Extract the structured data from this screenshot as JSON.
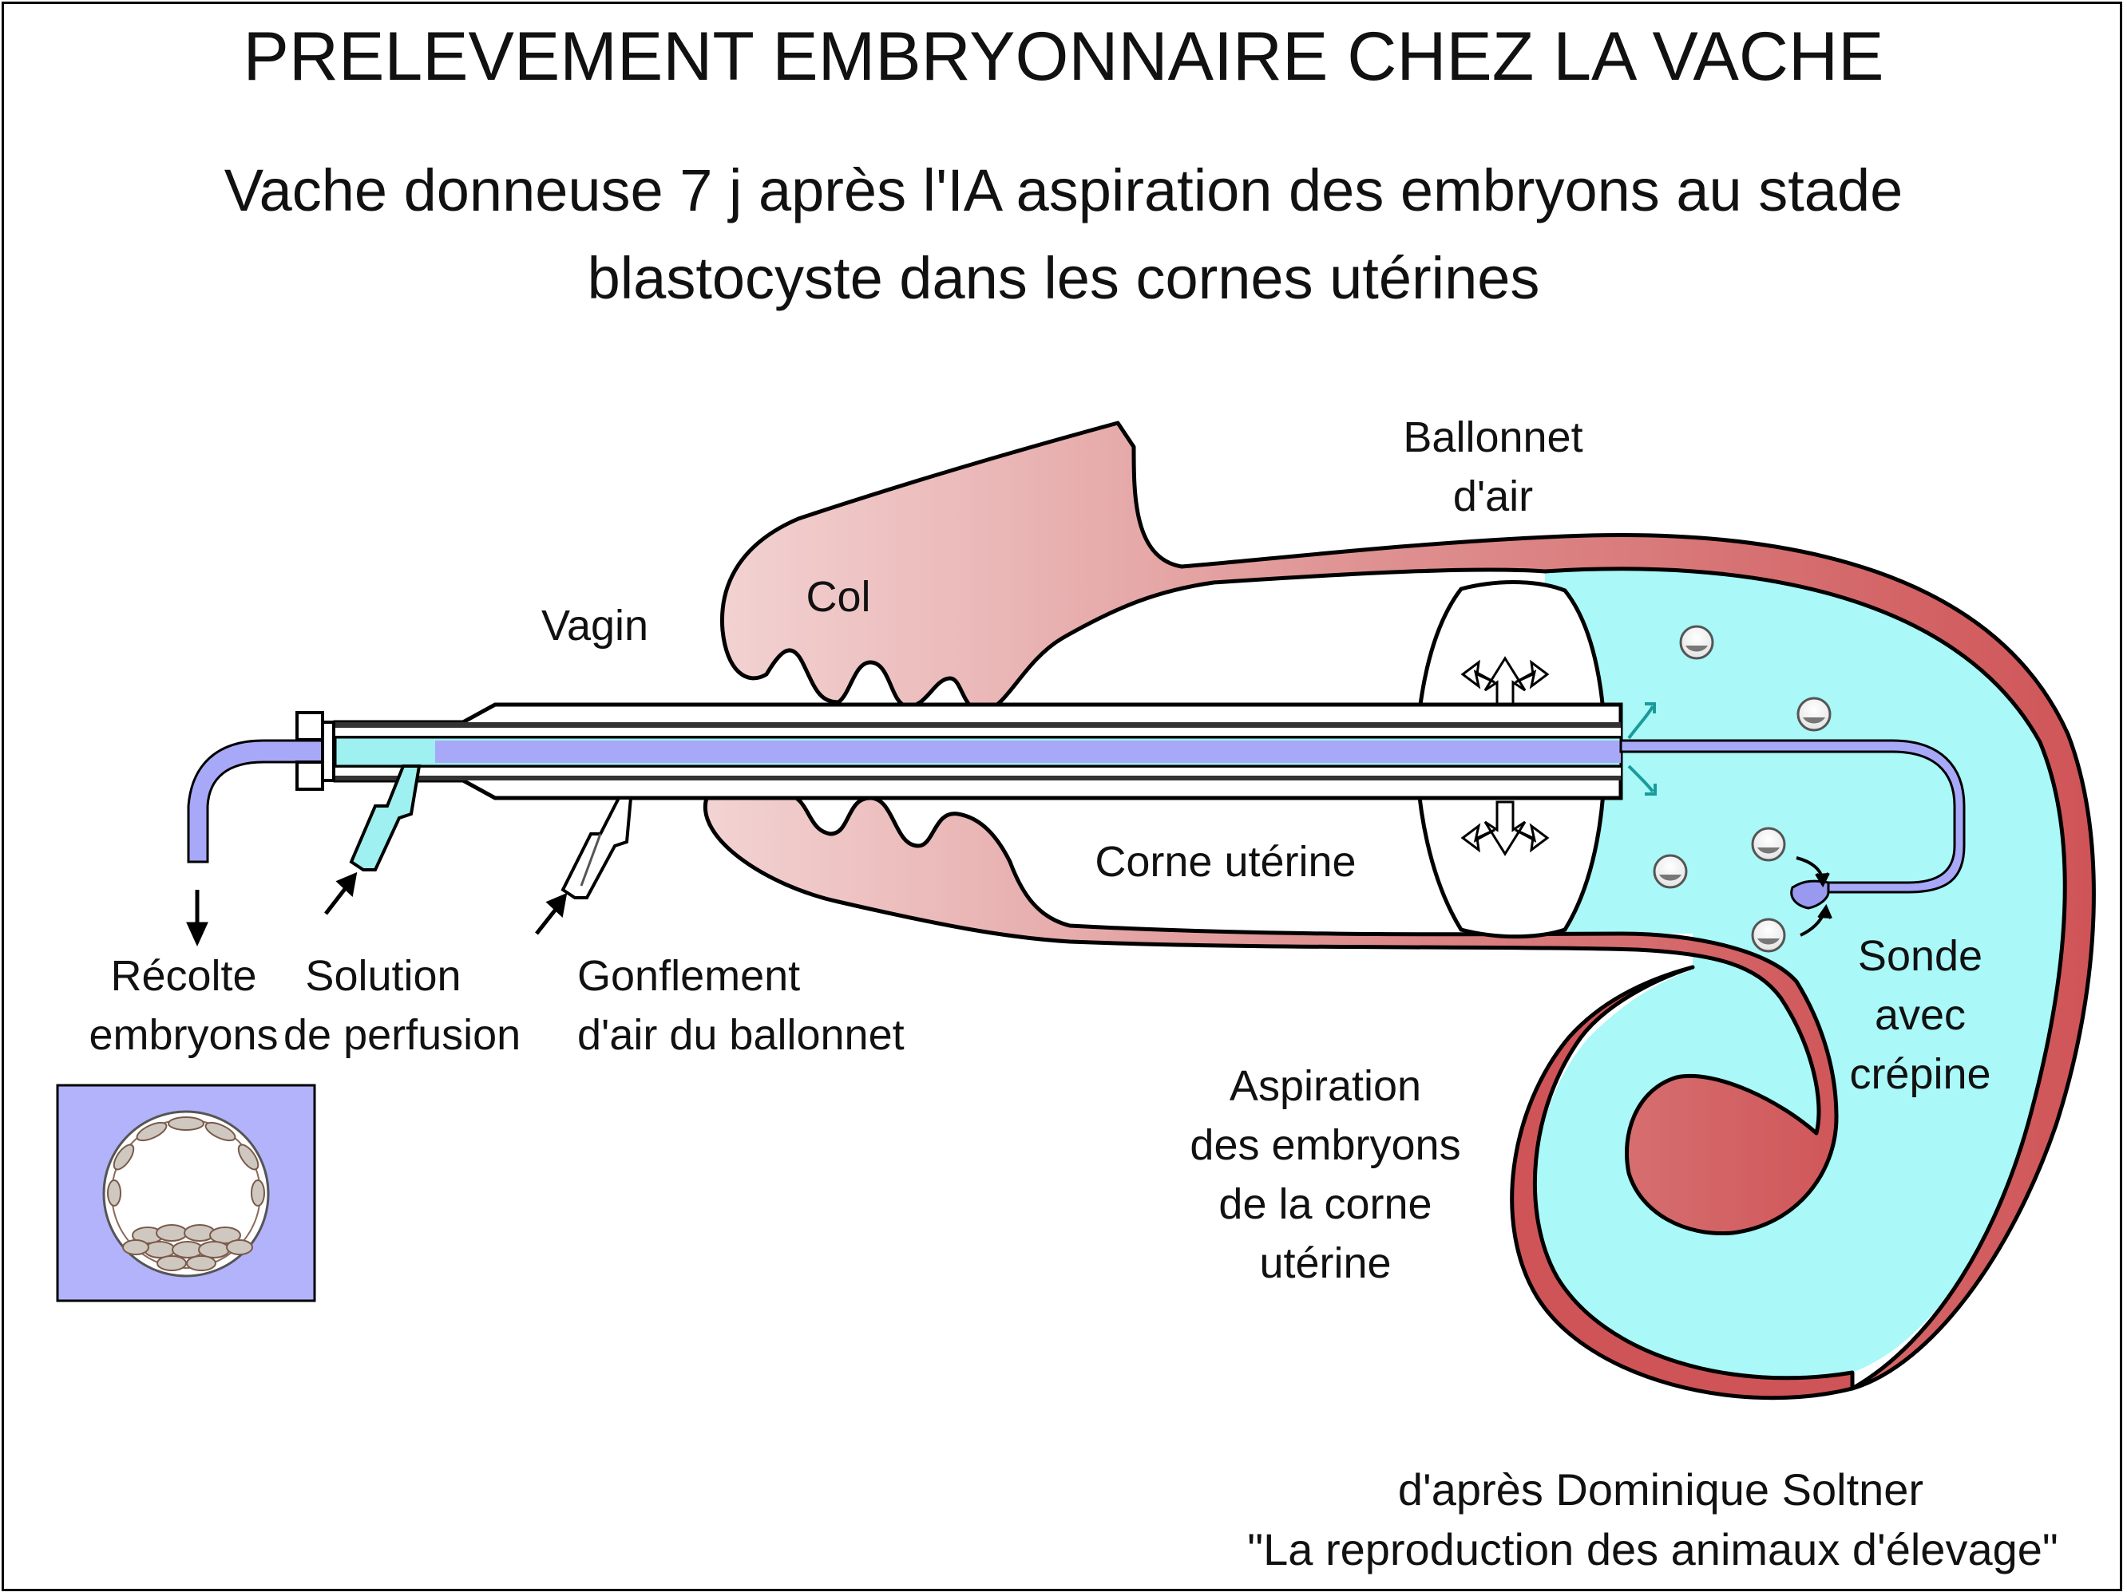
{
  "title": "PRELEVEMENT EMBRYONNAIRE CHEZ LA VACHE",
  "subtitle_line1": "Vache donneuse 7 j après l'IA aspiration des embryons au stade",
  "subtitle_line2": "blastocyste dans les cornes utérines",
  "labels": {
    "col": "Col",
    "vagin": "Vagin",
    "ballonnet_1": "Ballonnet",
    "ballonnet_2": "d'air",
    "corne": "Corne utérine",
    "recolte_1": "Récolte",
    "recolte_2": "embryons",
    "solution_1": "Solution",
    "solution_2": "de perfusion",
    "gonflement_1": "Gonflement",
    "gonflement_2": "d'air du ballonnet",
    "sonde_1": "Sonde",
    "sonde_2": "avec",
    "sonde_3": "crépine",
    "aspiration_1": "Aspiration",
    "aspiration_2": "des embryons",
    "aspiration_3": "de la corne",
    "aspiration_4": "utérine"
  },
  "credit_line1": "d'après Dominique Soltner",
  "credit_line2": "\"La reproduction des animaux d'élevage\"",
  "colors": {
    "uterus_light": "#f0c8c8",
    "uterus_dark": "#cf5457",
    "fluid": "#aaf8f8",
    "catheter": "#a8a8f8",
    "perfusion": "#9ff0f0",
    "embryo_box": "#b3b3fb",
    "outline": "#000000"
  }
}
